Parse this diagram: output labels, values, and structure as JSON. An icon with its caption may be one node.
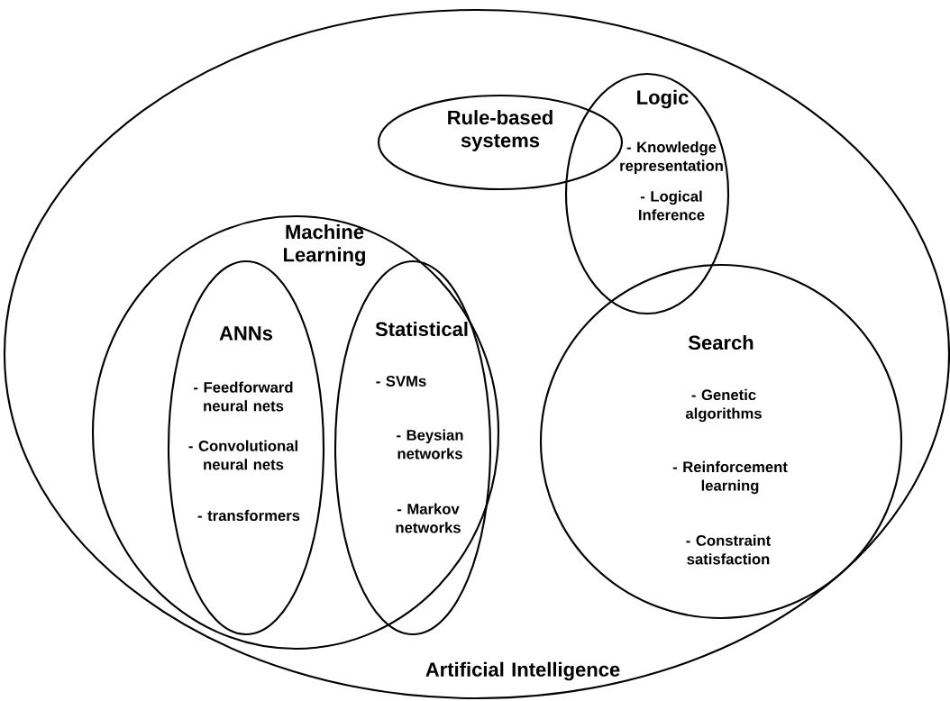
{
  "diagram": {
    "nodes": [
      {
        "text": [
          "Artificial Intelligence"
        ]
      },
      {
        "text": [
          "Rule-based systems"
        ],
        "in": 0
      },
      {
        "text": [
          "Logic",
          "- Knowledge representation",
          "- Logical Inference"
        ],
        "in": 0
      },
      {
        "text": [
          "Machine Learning"
        ],
        "in": 0
      },
      {
        "text": [
          "ANNs",
          "- Feedforward neural nets",
          "- Convolutional neural nets",
          "- transformers"
        ],
        "in": 3
      },
      {
        "text": [
          "Statistical",
          "- SVMs",
          "- Beysian networks",
          "- Markov networks"
        ],
        "in": 3
      },
      {
        "text": [
          "Search",
          "- Genetic algorithms",
          "- Reinforcement learning",
          "- Constraint satisfaction"
        ],
        "in": 0
      }
    ]
  }
}
